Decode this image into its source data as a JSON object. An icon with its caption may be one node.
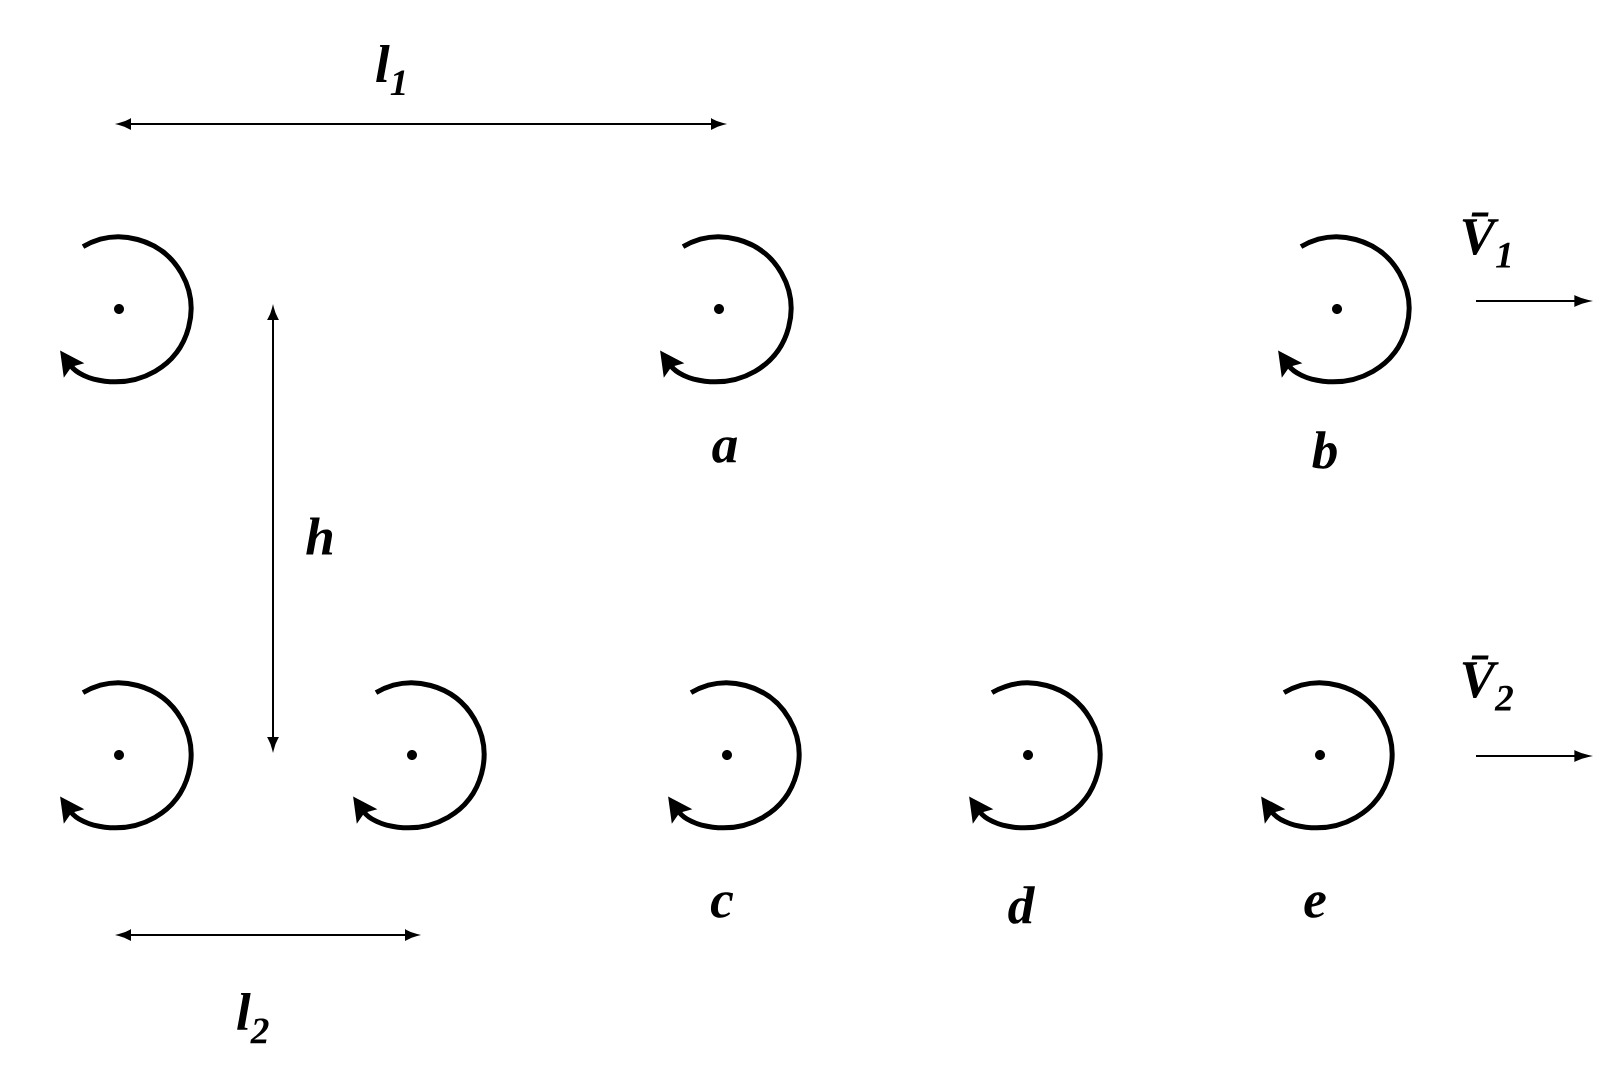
{
  "diagram": {
    "nodes": [
      {
        "text": [],
        "shape": "circle"
      },
      {
        "text": [],
        "shape": "circle",
        "beside": [
          "a"
        ]
      },
      {
        "text": [],
        "shape": "circle",
        "beside": [
          "b"
        ]
      },
      {
        "text": [],
        "shape": "circle"
      },
      {
        "text": [],
        "shape": "circle"
      },
      {
        "text": [],
        "shape": "circle",
        "beside": [
          "c"
        ]
      },
      {
        "text": [],
        "shape": "circle",
        "beside": [
          "d"
        ]
      },
      {
        "text": [],
        "shape": "circle",
        "beside": [
          "e"
        ]
      }
    ],
    "labels": [
      "l$_{1}$",
      "V̄$_{1}$",
      "h",
      "V̄$_{2}$",
      "l$_{2}$"
    ]
  }
}
